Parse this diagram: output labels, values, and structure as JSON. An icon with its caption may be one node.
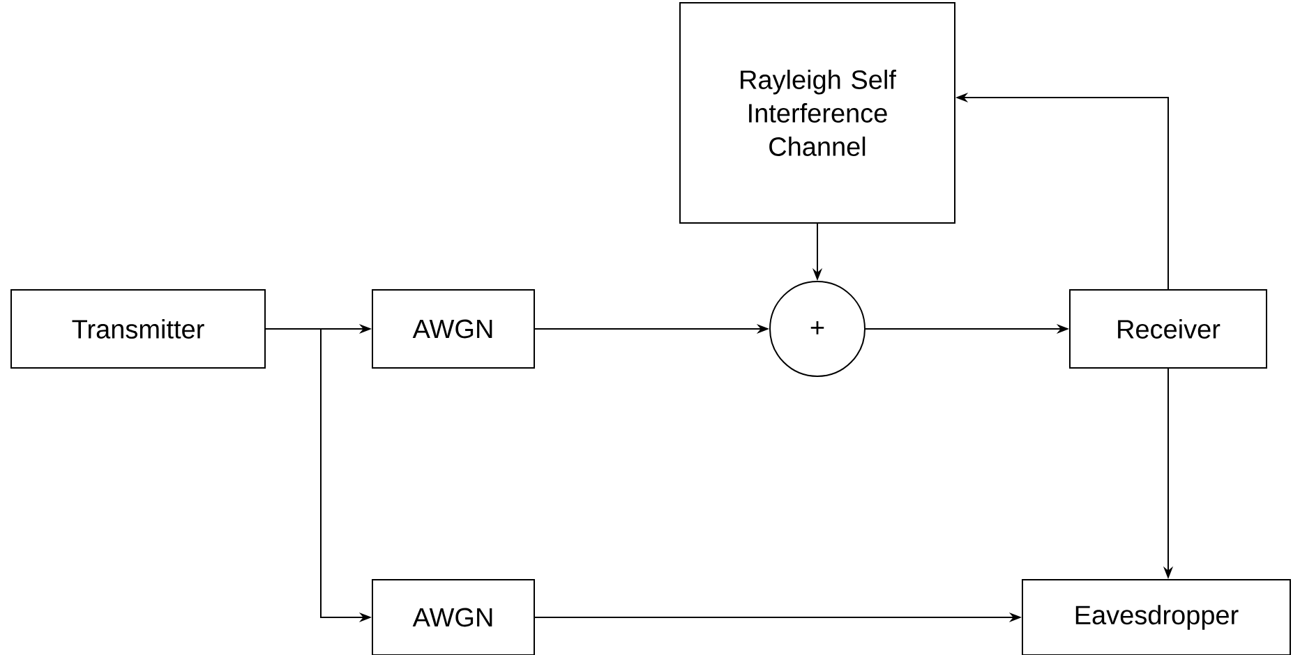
{
  "diagram": {
    "nodes": [
      {
        "text": [
          "Transmitter"
        ]
      },
      {
        "text": [
          "AWGN"
        ]
      },
      {
        "text": [
          "Rayleigh Self Interference Channel"
        ]
      },
      {
        "text": [
          "+"
        ]
      },
      {
        "text": [
          "Receiver"
        ]
      },
      {
        "text": [
          "AWGN"
        ]
      },
      {
        "text": [
          "Eavesdropper"
        ]
      }
    ],
    "edges": [
      {
        "from": 0,
        "to": 1,
        "arrow": "to"
      },
      {
        "from": 0,
        "to": 5,
        "arrow": "to"
      },
      {
        "from": 1,
        "to": 3,
        "arrow": "to"
      },
      {
        "from": 2,
        "to": 3,
        "arrow": "to"
      },
      {
        "from": 3,
        "to": 4,
        "arrow": "to"
      },
      {
        "from": 4,
        "to": 2,
        "arrow": "to"
      },
      {
        "from": 4,
        "to": 6,
        "arrow": "to"
      },
      {
        "from": 5,
        "to": 6,
        "arrow": "to"
      }
    ]
  }
}
